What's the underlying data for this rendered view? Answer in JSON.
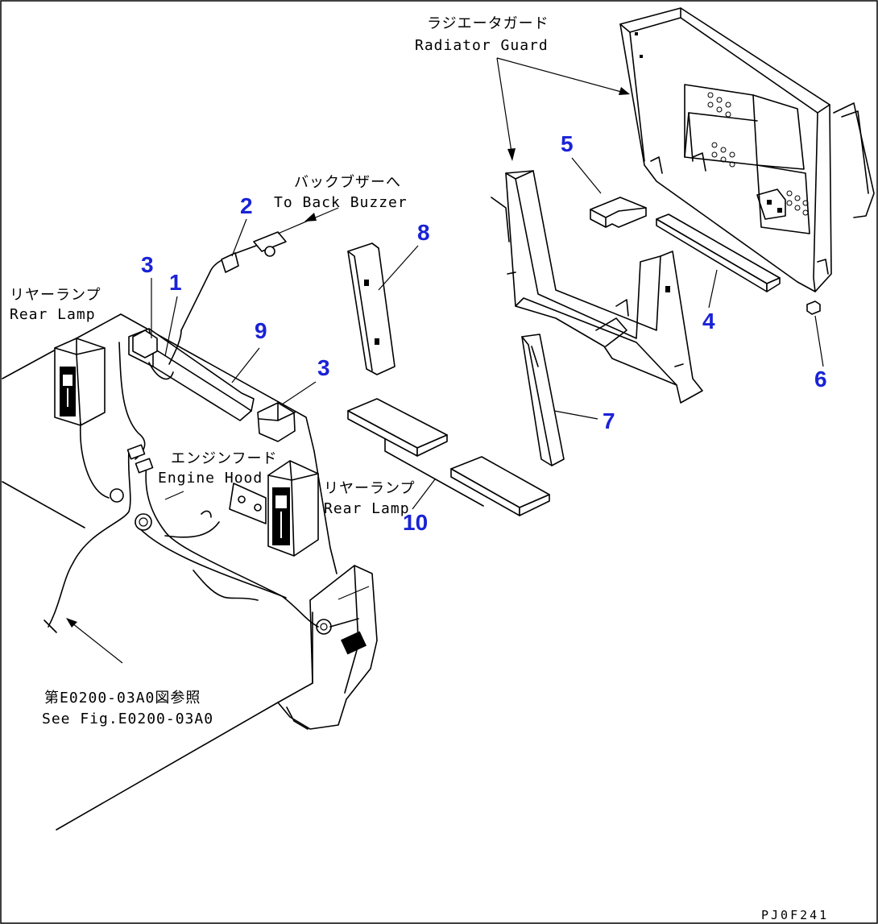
{
  "callouts": {
    "n1": "1",
    "n2": "2",
    "n3a": "3",
    "n3b": "3",
    "n4": "4",
    "n5": "5",
    "n6": "6",
    "n7": "7",
    "n8": "8",
    "n9": "9",
    "n10": "10"
  },
  "notes": {
    "radiator_guard_jp": "ラジエータガード",
    "radiator_guard_en": "Radiator Guard",
    "back_buzzer_jp": "バックブザーへ",
    "back_buzzer_en": "To Back Buzzer",
    "rear_lamp_left_jp": "リヤーランプ",
    "rear_lamp_left_en": "Rear Lamp",
    "engine_hood_jp": "エンジンフード",
    "engine_hood_en": "Engine Hood",
    "rear_lamp_right_jp": "リヤーランプ",
    "rear_lamp_right_en": "Rear Lamp",
    "see_fig_jp": "第E0200-03A0図参照",
    "see_fig_en": "See Fig.E0200-03A0"
  },
  "figure_code": "PJ0F241"
}
